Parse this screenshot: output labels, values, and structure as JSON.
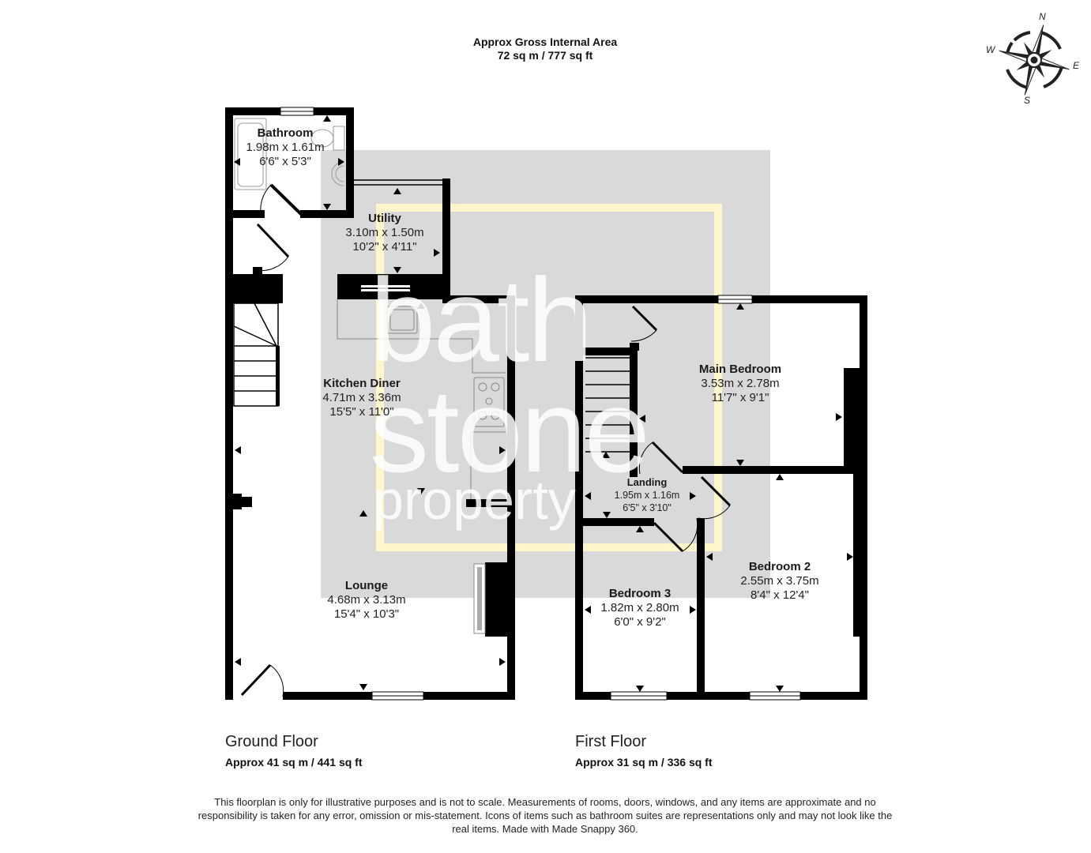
{
  "header": {
    "title": "Approx Gross Internal Area",
    "area": "72 sq m / 777 sq ft"
  },
  "compass": {
    "n": "N",
    "e": "E",
    "s": "S",
    "w": "W"
  },
  "watermark": {
    "line1": "bath",
    "line2": "stone",
    "line3": "property",
    "bg_color": "#d9d9d9",
    "frame_color": "#fff6cc"
  },
  "ground_floor": {
    "title": "Ground Floor",
    "area": "Approx 41 sq m / 441 sq ft",
    "rooms": [
      {
        "name": "Bathroom",
        "metric": "1.98m x 1.61m",
        "imperial": "6'6\" x 5'3\""
      },
      {
        "name": "Utility",
        "metric": "3.10m x 1.50m",
        "imperial": "10'2\" x 4'11\""
      },
      {
        "name": "Kitchen Diner",
        "metric": "4.71m x 3.36m",
        "imperial": "15'5\" x 11'0\""
      },
      {
        "name": "Lounge",
        "metric": "4.68m x 3.13m",
        "imperial": "15'4\" x 10'3\""
      }
    ]
  },
  "first_floor": {
    "title": "First Floor",
    "area": "Approx 31 sq m / 336 sq ft",
    "rooms": [
      {
        "name": "Main Bedroom",
        "metric": "3.53m x 2.78m",
        "imperial": "11'7\" x 9'1\""
      },
      {
        "name": "Landing",
        "metric": "1.95m x 1.16m",
        "imperial": "6'5\" x 3'10\""
      },
      {
        "name": "Bedroom 3",
        "metric": "1.82m x 2.80m",
        "imperial": "6'0\" x 9'2\""
      },
      {
        "name": "Bedroom 2",
        "metric": "2.55m x 3.75m",
        "imperial": "8'4\" x 12'4\""
      }
    ]
  },
  "disclaimer": "This floorplan is only for illustrative purposes and is not to scale. Measurements of rooms, doors, windows, and any items are approximate and no responsibility is taken for any error, omission or mis-statement. Icons of items such as bathroom suites are representations only and may not look like the real items. Made with Made Snappy 360.",
  "colors": {
    "wall": "#000000",
    "fixture_line": "#888888"
  }
}
